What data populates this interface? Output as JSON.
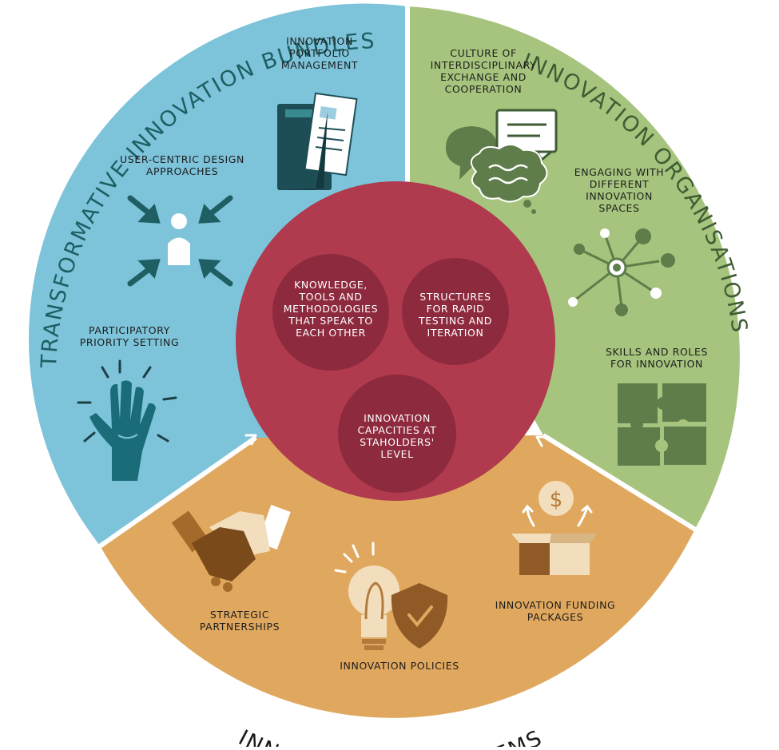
{
  "sectors": {
    "bundles": {
      "title": "TRANSFORMATIVE INNOVATION BUNDLES",
      "color": "#7dc4db",
      "items": {
        "portfolio": "INNOVATION\nPORTFOLIO\nMANAGEMENT",
        "user_centric": "USER-CENTRIC DESIGN\nAPPROACHES",
        "participatory": "PARTICIPATORY\nPRIORITY SETTING"
      }
    },
    "organisations": {
      "title": "INNOVATION ORGANISATIONS",
      "color": "#a6c47d",
      "items": {
        "culture": "CULTURE OF\nINTERDISCIPLINARY\nEXCHANGE AND\nCOOPERATION",
        "spaces": "ENGAGING WITH\nDIFFERENT\nINNOVATION\nSPACES",
        "skills": "SKILLS AND ROLES\nFOR INNOVATION"
      }
    },
    "ecosystems": {
      "title": "INNOVATION ECOSYSTEMS",
      "color": "#e0a85e",
      "items": {
        "partnerships": "STRATEGIC\nPARTNERSHIPS",
        "policies": "INNOVATION POLICIES",
        "funding": "INNOVATION FUNDING\nPACKAGES"
      }
    }
  },
  "center": {
    "color": "#b03a4e",
    "bubble_color": "#8e2a3e",
    "items": {
      "knowledge": "KNOWLEDGE,\nTOOLS AND\nMETHODOLOGIES\nTHAT SPEAK TO\nEACH OTHER",
      "structures": "STRUCTURES\nFOR RAPID\nTESTING AND\nITERATION",
      "capacities": "INNOVATION\nCAPACITIES AT\nSTAHOLDERS'\nLEVEL"
    }
  },
  "icons": {
    "portfolio": "folder-documents-icon",
    "user_centric": "person-arrows-icon",
    "participatory": "raised-hand-icon",
    "culture": "speech-bubbles-icon",
    "spaces": "network-nodes-icon",
    "skills": "puzzle-pieces-icon",
    "partnerships": "handshake-icon",
    "policies": "lightbulb-shield-icon",
    "funding": "money-box-icon"
  }
}
